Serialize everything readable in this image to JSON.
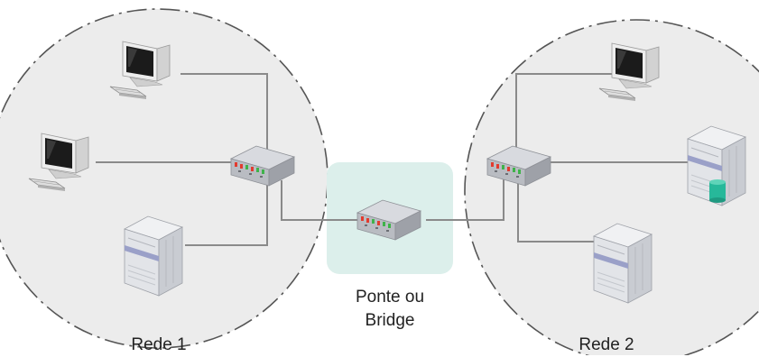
{
  "networks": [
    {
      "id": "net1",
      "label": "Rede 1"
    },
    {
      "id": "net2",
      "label": "Rede 2"
    }
  ],
  "bridge": {
    "label_line1": "Ponte ou",
    "label_line2": "Bridge"
  },
  "colors": {
    "network_fill": "#ececec",
    "network_border": "#555555",
    "bridge_fill": "#dcefeb",
    "link": "#8a8a8a",
    "hub_body": "#b9bcc2",
    "server_body": "#e2e4e8",
    "monitor_body": "#eeeeee",
    "screen": "#1b1b1b",
    "led_red": "#e23b2f",
    "led_green": "#3fb34a",
    "storage": "#27b89a"
  },
  "icons": [
    "computer-icon",
    "server-icon",
    "hub-icon",
    "database-icon"
  ]
}
